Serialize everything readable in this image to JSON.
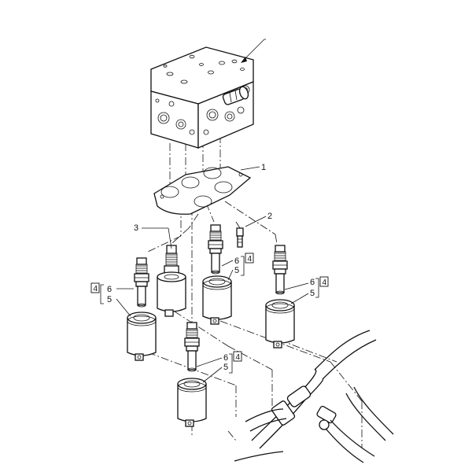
{
  "callouts": {
    "c1": "1",
    "c2": "2",
    "c3": "3",
    "c4a": "4",
    "c4b": "4",
    "c4c": "4",
    "c4d": "4",
    "c5a": "5",
    "c5b": "5",
    "c5c": "5",
    "c5d": "5",
    "c6a": "6",
    "c6b": "6",
    "c6c": "6",
    "c6d": "6"
  },
  "colors": {
    "line": "#111111",
    "background": "#ffffff"
  }
}
